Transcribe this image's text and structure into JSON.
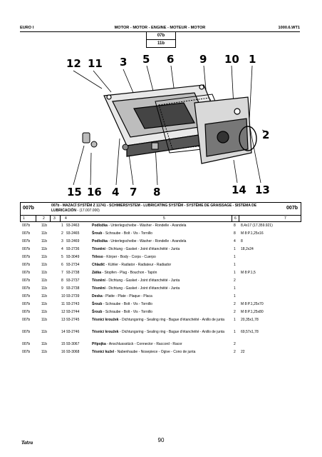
{
  "header": {
    "left": "EURO I",
    "center": "MOTOR - MOTOR - ENGINE - MOTEUR - MOTOR",
    "right": "1000.6.WT1",
    "code_top": "07b",
    "code_sub": "11b"
  },
  "callouts": [
    "12",
    "11",
    "3",
    "5",
    "6",
    "9",
    "10",
    "1",
    "2",
    "15",
    "16",
    "4",
    "7",
    "8",
    "14",
    "13"
  ],
  "section": {
    "code_left": "007b",
    "code_right": "007b",
    "title": "007b - MAZACÍ SYSTÉM Z 11741 - SCHMIERSYSTEM - LUBRICATING SYSTÉM - SYSTÈME DE GRAISSAGE - SISTEMA DE LUBRICACIÓN",
    "title_suffix": " - (17.007.000)"
  },
  "columns": [
    "1",
    "2",
    "3",
    "4",
    "5",
    "6",
    "7"
  ],
  "rows": [
    {
      "c1": "007b",
      "c2": "11b",
      "c3": "1",
      "c4": "93-2463",
      "bold": "Podložka",
      "rest": " - Unterlegscheibe - Washer - Rondelle - Arandela",
      "qty": "8",
      "spec": "8,4x17 (17.359.921)"
    },
    {
      "c1": "007b",
      "c2": "11b",
      "c3": "2",
      "c4": "93-2465",
      "bold": "Šroub",
      "rest": " - Schraube - Bolt - Vis - Tornillo",
      "qty": "8",
      "spec": "M 8:P.1,25x16"
    },
    {
      "c1": "007b",
      "c2": "11b",
      "c3": "3",
      "c4": "93-2469",
      "bold": "Podložka",
      "rest": " - Unterlegscheibe - Washer - Rondelle - Arandela",
      "qty": "4",
      "spec": "8"
    },
    {
      "c1": "007b",
      "c2": "11b",
      "c3": "4",
      "c4": "93-2736",
      "bold": "Těsnění",
      "rest": " - Dichtung - Gasket - Joint d'étanchéité - Junta",
      "qty": "1",
      "spec": "18,2x24"
    },
    {
      "c1": "007b",
      "c2": "11b",
      "c3": "5",
      "c4": "93-3049",
      "bold": "Těleso",
      "rest": " - Körper - Body - Corps - Cuerpo",
      "qty": "1",
      "spec": ""
    },
    {
      "c1": "007b",
      "c2": "11b",
      "c3": "6",
      "c4": "93-2734",
      "bold": "Chladič",
      "rest": " - Kühler - Radiator - Radiateur - Radiador",
      "qty": "1",
      "spec": ""
    },
    {
      "c1": "007b",
      "c2": "11b",
      "c3": "7",
      "c4": "93-2738",
      "bold": "Zátka",
      "rest": " - Stopfen - Plug - Bouchon - Tapón",
      "qty": "1",
      "spec": "M 8:P.1,5"
    },
    {
      "c1": "007b",
      "c2": "11b",
      "c3": "8",
      "c4": "93-2737",
      "bold": "Těsnění",
      "rest": " - Dichtung - Gasket - Joint d'étanchéité - Junta",
      "qty": "2",
      "spec": ""
    },
    {
      "c1": "007b",
      "c2": "11b",
      "c3": "9",
      "c4": "93-2738",
      "bold": "Těsnění",
      "rest": " - Dichtung - Gasket - Joint d'étanchéité - Junta",
      "qty": "1",
      "spec": ""
    },
    {
      "c1": "007b",
      "c2": "11b",
      "c3": "10",
      "c4": "93-2739",
      "bold": "Deska",
      "rest": " - Platte - Plate - Plaque - Placa",
      "qty": "1",
      "spec": ""
    },
    {
      "c1": "007b",
      "c2": "11b",
      "c3": "11",
      "c4": "93-2743",
      "bold": "Šroub",
      "rest": " - Schraube - Bolt - Vis - Tornillo",
      "qty": "2",
      "spec": "M 8:P.1,25x70"
    },
    {
      "c1": "007b",
      "c2": "11b",
      "c3": "12",
      "c4": "93-2744",
      "bold": "Šroub",
      "rest": " - Schraube - Bolt - Vis - Tornillo",
      "qty": "2",
      "spec": "M 8:P.1,25x80"
    },
    {
      "c1": "007b",
      "c2": "11b",
      "c3": "13",
      "c4": "93-2745",
      "bold": "Těsnicí kroužek",
      "rest": " - Dichtungsring - Sealing ring - Bague d'étanchéité - Anillo de junta",
      "qty": "1",
      "spec": "20,35x1,78"
    },
    {
      "c1": "007b",
      "c2": "11b",
      "c3": "14",
      "c4": "93-2746",
      "bold": "Těsnicí kroužek",
      "rest": " - Dichtungsring - Sealing ring - Bague d'étanchéité - Anillo de junta",
      "qty": "1",
      "spec": "69,57x1,78"
    },
    {
      "c1": "007b",
      "c2": "11b",
      "c3": "15",
      "c4": "93-3067",
      "bold": "Přípojka",
      "rest": " - Anschlussstück - Connector - Raccord - Racor",
      "qty": "2",
      "spec": ""
    },
    {
      "c1": "007b",
      "c2": "11b",
      "c3": "16",
      "c4": "93-3068",
      "bold": "Těsnicí kužel",
      "rest": " - Nabenhaube - Nosepiece - Ogive - Cono de junta",
      "qty": "2",
      "spec": "22"
    }
  ],
  "footer": {
    "page": "90",
    "logo": "Tatra"
  }
}
